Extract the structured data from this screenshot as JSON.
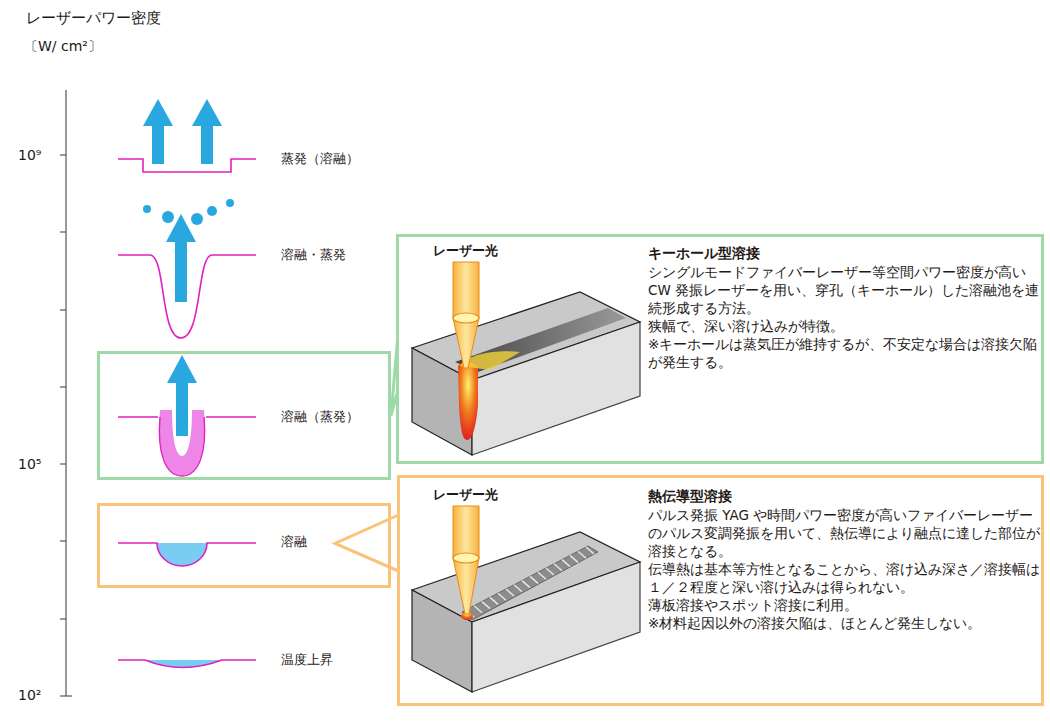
{
  "diagram": {
    "title": "レーザーパワー密度",
    "nodes": [
      {
        "text": [
          "溶融（蒸発）"
        ]
      },
      {
        "text": [
          "キーホール型溶接",
          "シングルモードファイバーレーザー等空間パワー密度が高い CW 発振レーザーを用い、穿孔（キーホール）した溶融池を連続形成する方法。",
          "狭幅で、深い溶け込みが特徴。",
          "※キーホールは蒸気圧が維持するが、不安定な場合は溶接欠陥が発生する。"
        ]
      },
      {
        "text": [
          "溶融"
        ]
      },
      {
        "text": [
          "熱伝導型溶接",
          "パルス発振 YAG や時間パワー密度が高いファイバーレーザーのパルス変調発振を用いて、熱伝導により融点に達した部位が溶接となる。",
          "伝導熱は基本等方性となることから、溶け込み深さ／溶接幅は１／２程度と深い溶け込みは得られない。",
          "薄板溶接やスポット溶接に利用。",
          "※材料起因以外の溶接欠陥は、ほとんど発生しない。"
        ]
      }
    ],
    "edges": [
      {
        "from": 0,
        "to": 1,
        "arrow": "none"
      },
      {
        "from": 2,
        "to": 3,
        "arrow": "none"
      }
    ],
    "labels": [
      "〔W/ cm²〕",
      "10⁹",
      "10⁵",
      "10²",
      "蒸発（溶融）",
      "溶融・蒸発",
      "温度上昇",
      "レーザー光",
      "レーザー光"
    ]
  }
}
